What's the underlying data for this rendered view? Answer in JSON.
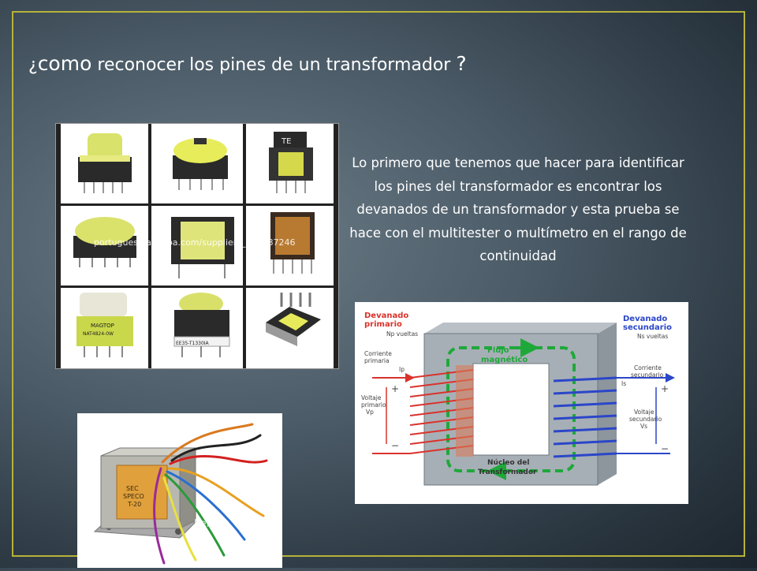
{
  "slide": {
    "title_prefix": "¿",
    "title_word": "como",
    "title_rest": " reconocer  los pines de un transformador ",
    "title_mark": "?",
    "description": "Lo primero que tenemos que hacer  para identificar  los  pines  del transformador es encontrar  los devanados   de un transformador  y esta prueba se hace con el multitester o multímetro  en el rango de continuidad"
  },
  "grid_image": {
    "watermark": "portuguese.alibaba.com/suppliers_213687246",
    "labels": {
      "cell_top_right": "TE",
      "cell_bottom_left_1": "MAGTOP",
      "cell_bottom_left_2": "NAT4824-0W",
      "cell_bottom_mid": "EE35-T1330IA"
    }
  },
  "diagram": {
    "primary_label_1": "Devanado",
    "primary_label_2": "primario",
    "primary_turns": "Np vueltas",
    "secondary_label_1": "Devanado",
    "secondary_label_2": "secundario",
    "secondary_turns": "Ns vueltas",
    "flux_1": "Flujo",
    "flux_2": "magnético",
    "core_1": "Núcleo del",
    "core_2": "Transformador",
    "primary_current_1": "Corriente",
    "primary_current_2": "primaria",
    "primary_current_sym": "Ip",
    "primary_voltage_1": "Voltaje",
    "primary_voltage_2": "primario",
    "primary_voltage_sym": "Vp",
    "secondary_current_1": "Corriente",
    "secondary_current_2": "secundario",
    "secondary_current_sym": "Is",
    "secondary_voltage_1": "Voltaje",
    "secondary_voltage_2": "secundario",
    "secondary_voltage_sym": "Vs"
  },
  "photo": {
    "label_1": "SEC",
    "label_2": "SPECO",
    "label_3": "T-20",
    "watermark": "l.en.al"
  },
  "colors": {
    "frame": "#b7b23a",
    "primary_coil": "#d9332c",
    "secondary_coil": "#2b46c8",
    "flux": "#1fa83a"
  }
}
